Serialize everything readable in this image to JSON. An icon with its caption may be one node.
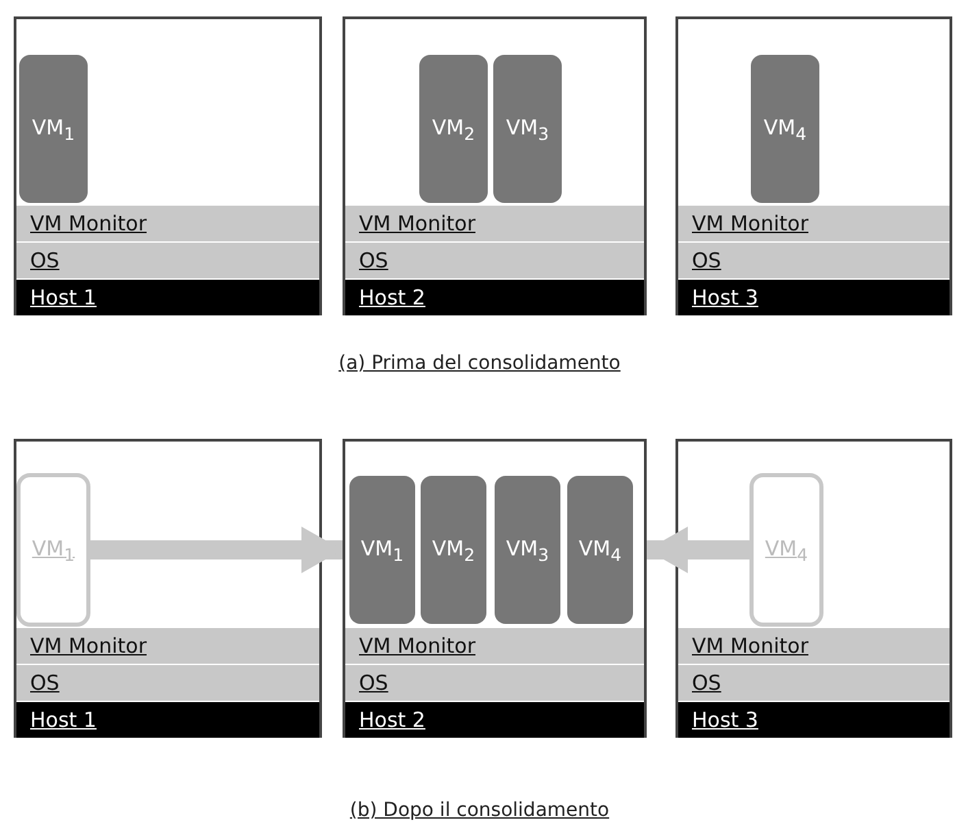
{
  "diagram": {
    "nodes": [
      {
        "text": [],
        "shape": "box"
      },
      {
        "text": [
          "VM$_{1}$"
        ],
        "in": 0
      },
      {
        "text": [
          "VM Monitor"
        ],
        "in": 0
      },
      {
        "text": [
          "OS"
        ],
        "in": 0
      },
      {
        "text": [
          "Host 1"
        ],
        "in": 0
      },
      {
        "text": [],
        "shape": "box"
      },
      {
        "text": [
          "VM$_{2}$"
        ],
        "in": 5
      },
      {
        "text": [
          "VM$_{3}$"
        ],
        "in": 5
      },
      {
        "text": [
          "VM Monitor"
        ],
        "in": 5
      },
      {
        "text": [
          "OS"
        ],
        "in": 5
      },
      {
        "text": [
          "Host 2"
        ],
        "in": 5
      },
      {
        "text": [],
        "shape": "box"
      },
      {
        "text": [
          "VM$_{4}$"
        ],
        "in": 11
      },
      {
        "text": [
          "VM Monitor"
        ],
        "in": 11
      },
      {
        "text": [
          "OS"
        ],
        "in": 11
      },
      {
        "text": [
          "Host 3"
        ],
        "in": 11
      },
      {
        "text": [],
        "shape": "box"
      },
      {
        "text": [
          "VM$_{1}$"
        ],
        "in": 16
      },
      {
        "text": [
          "VM Monitor"
        ],
        "in": 16
      },
      {
        "text": [
          "OS"
        ],
        "in": 16
      },
      {
        "text": [
          "Host 1"
        ],
        "in": 16
      },
      {
        "text": [],
        "shape": "box"
      },
      {
        "text": [
          "VM$_{1}$"
        ],
        "in": 21
      },
      {
        "text": [
          "VM$_{2}$"
        ],
        "in": 21
      },
      {
        "text": [
          "VM$_{3}$"
        ],
        "in": 21
      },
      {
        "text": [
          "VM$_{4}$"
        ],
        "in": 21
      },
      {
        "text": [
          "VM Monitor"
        ],
        "in": 21
      },
      {
        "text": [
          "OS"
        ],
        "in": 21
      },
      {
        "text": [
          "Host 2"
        ],
        "in": 21
      },
      {
        "text": [],
        "shape": "box"
      },
      {
        "text": [
          "VM$_{4}$"
        ],
        "in": 29
      },
      {
        "text": [
          "VM Monitor"
        ],
        "in": 29
      },
      {
        "text": [
          "OS"
        ],
        "in": 29
      },
      {
        "text": [
          "Host 3"
        ],
        "in": 29
      }
    ],
    "edges": [
      {
        "from": 17,
        "to": 21,
        "arrow": "to"
      },
      {
        "from": 30,
        "to": 21,
        "arrow": "to"
      }
    ],
    "labels": [
      "(a) Prima del consolidamento",
      "(b) Dopo il consolidamento"
    ]
  }
}
